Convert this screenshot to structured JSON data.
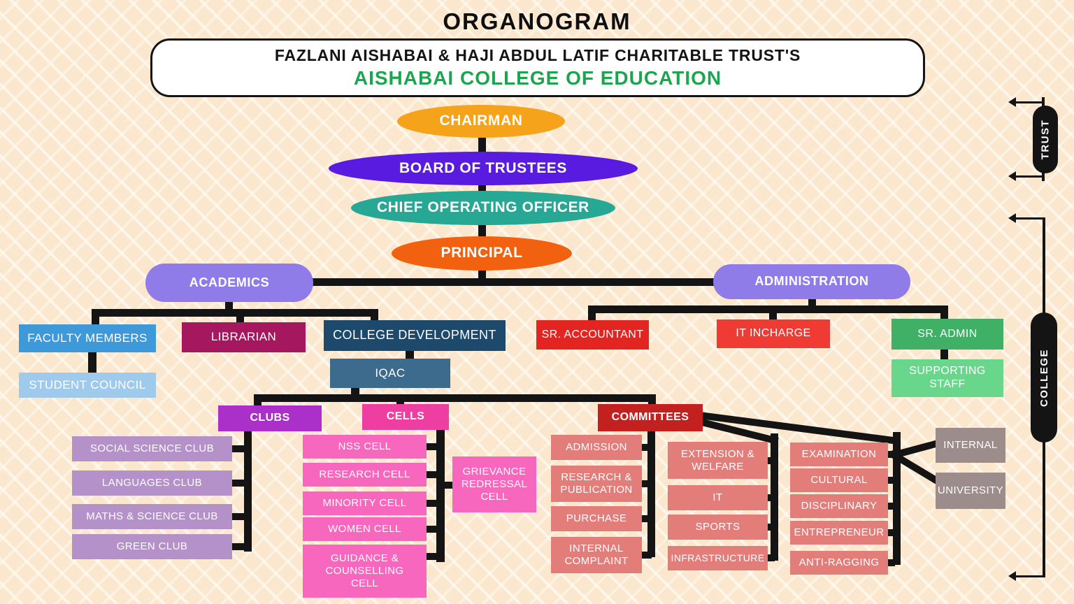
{
  "title": "ORGANOGRAM",
  "header": {
    "trust_name": "FAZLANI AISHABAI & HAJI ABDUL LATIF CHARITABLE TRUST'S",
    "college_name": "AISHABAI COLLEGE OF EDUCATION"
  },
  "leadership": {
    "chairman": "CHAIRMAN",
    "board_of_trustees": "BOARD OF TRUSTEES",
    "chief_operating_officer": "CHIEF OPERATING OFFICER",
    "principal": "PRINCIPAL"
  },
  "branches": {
    "academics": {
      "label": "ACADEMICS",
      "faculty_members": "FACULTY MEMBERS",
      "student_council": "STUDENT COUNCIL",
      "librarian": "LIBRARIAN",
      "college_development": "COLLEGE DEVELOPMENT",
      "iqac": "IQAC"
    },
    "administration": {
      "label": "ADMINISTRATION",
      "sr_accountant": "SR. ACCOUNTANT",
      "it_incharge": "IT INCHARGE",
      "sr_admin": "SR. ADMIN",
      "supporting_staff": "SUPPORTING STAFF"
    }
  },
  "clubs": {
    "label": "CLUBS",
    "items": [
      "SOCIAL SCIENCE CLUB",
      "LANGUAGES CLUB",
      "MATHS & SCIENCE CLUB",
      "GREEN CLUB"
    ]
  },
  "cells": {
    "label": "CELLS",
    "items": [
      "NSS CELL",
      "RESEARCH CELL",
      "MINORITY CELL",
      "WOMEN CELL",
      "GUIDANCE & COUNSELLING CELL"
    ],
    "grievance": "GRIEVANCE REDRESSAL CELL"
  },
  "committees": {
    "label": "COMMITTEES",
    "col1": [
      "ADMISSION",
      "RESEARCH & PUBLICATION",
      "PURCHASE",
      "INTERNAL COMPLAINT"
    ],
    "col2": [
      "EXTENSION & WELFARE",
      "IT",
      "SPORTS",
      "INFRASTRUCTURE"
    ],
    "col3": [
      "EXAMINATION",
      "CULTURAL",
      "DISCIPLINARY",
      "ENTREPRENEUR",
      "ANTI-RAGGING"
    ],
    "examination_bodies": [
      "INTERNAL",
      "UNIVERSITY"
    ]
  },
  "side_labels": {
    "trust": "TRUST",
    "college": "COLLEGE"
  },
  "colors": {
    "background": "#FAE7CE",
    "line_black": "#141414",
    "college_name_green": "#1BA64E",
    "chairman": "#F5A31B",
    "board_of_trustees": "#5A1BE0",
    "chief_operating_officer": "#27A894",
    "principal": "#F26110",
    "branch_pill_purple": "#8F7CE8",
    "faculty_members": "#3E99DB",
    "student_council": "#9FCAEC",
    "librarian": "#A5175E",
    "college_development": "#1D4A6C",
    "iqac": "#3C6B8E",
    "sr_accountant": "#E32521",
    "it_incharge": "#EF3B33",
    "sr_admin": "#3FB066",
    "supporting_staff": "#69D78B",
    "clubs_header": "#AB2FC9",
    "club_item": "#B591CA",
    "cells_header": "#EE3EA2",
    "cell_item": "#F767BE",
    "committees_header": "#C32120",
    "committee_item": "#E37D7A",
    "external_body_gray": "#9C8C8B"
  }
}
